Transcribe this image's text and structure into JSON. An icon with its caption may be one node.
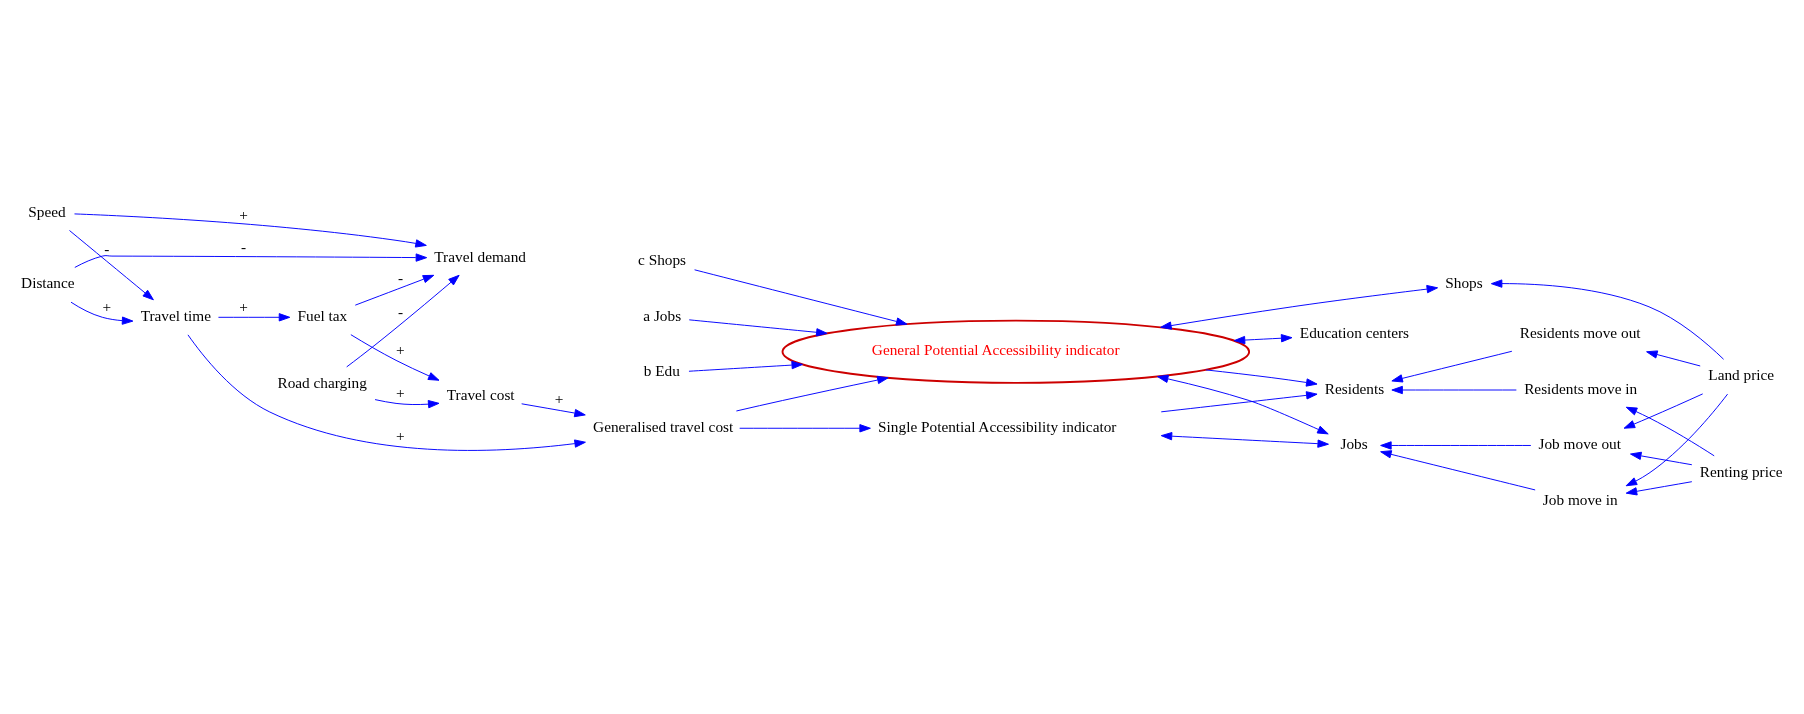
{
  "diagram": {
    "nodes": [
      {
        "text": [
          "Residents"
        ]
      },
      {
        "text": [
          "Residents move out"
        ]
      },
      {
        "text": [
          "Land price"
        ]
      },
      {
        "text": [
          "Residents move in"
        ]
      },
      {
        "text": [
          "Generalised travel cost"
        ]
      },
      {
        "text": [
          "Single Potential Accessibility indicator"
        ]
      },
      {
        "text": [
          "Jobs"
        ]
      },
      {
        "text": [
          "Job move out"
        ]
      },
      {
        "text": [
          "Renting price"
        ]
      },
      {
        "text": [
          "Travel time"
        ]
      },
      {
        "text": [
          "Travel cost"
        ]
      },
      {
        "text": [
          "Job move in"
        ]
      },
      {
        "text": [
          "Speed"
        ]
      },
      {
        "text": [
          "Distance"
        ]
      },
      {
        "text": [
          "Fuel tax"
        ]
      },
      {
        "text": [
          "Road charging"
        ]
      },
      {
        "text": [
          "General Potential Accessibility indicator"
        ]
      },
      {
        "text": [
          "Education centers"
        ]
      },
      {
        "text": [
          "Shops"
        ]
      },
      {
        "text": [
          "Travel demand"
        ]
      },
      {
        "text": [
          "a Jobs"
        ]
      },
      {
        "text": [
          "b Edu"
        ]
      },
      {
        "text": [
          "c Shops"
        ]
      }
    ],
    "edges": [
      {
        "from": 1,
        "to": 0,
        "arrow": "to"
      },
      {
        "from": 2,
        "to": 1,
        "arrow": "to"
      },
      {
        "from": 3,
        "to": 0,
        "arrow": "to"
      },
      {
        "from": 2,
        "to": 7,
        "arrow": "to"
      },
      {
        "from": 2,
        "to": 11,
        "arrow": "to"
      },
      {
        "from": 2,
        "to": 18,
        "arrow": "to"
      },
      {
        "from": 8,
        "to": 3,
        "arrow": "to"
      },
      {
        "from": 8,
        "to": 7,
        "arrow": "to"
      },
      {
        "from": 8,
        "to": 11,
        "arrow": "to"
      },
      {
        "from": 7,
        "to": 6,
        "arrow": "to"
      },
      {
        "from": 11,
        "to": 6,
        "arrow": "to"
      },
      {
        "from": 5,
        "to": 0,
        "arrow": "to"
      },
      {
        "from": 5,
        "to": 6,
        "arrow": "both"
      },
      {
        "from": 16,
        "to": 6,
        "arrow": "both"
      },
      {
        "from": 16,
        "to": 0,
        "arrow": "to"
      },
      {
        "from": 16,
        "to": 17,
        "arrow": "both"
      },
      {
        "from": 16,
        "to": 18,
        "arrow": "both"
      },
      {
        "from": 20,
        "to": 16,
        "arrow": "to"
      },
      {
        "from": 21,
        "to": 16,
        "arrow": "to"
      },
      {
        "from": 22,
        "to": 16,
        "arrow": "to"
      },
      {
        "from": 4,
        "to": 5,
        "arrow": "to"
      },
      {
        "from": 4,
        "to": 16,
        "arrow": "to"
      },
      {
        "from": 9,
        "to": 4,
        "arrow": "to",
        "label": "+"
      },
      {
        "from": 10,
        "to": 4,
        "arrow": "to",
        "label": "+"
      },
      {
        "from": 9,
        "to": 14,
        "arrow": "to",
        "label": "+"
      },
      {
        "from": 13,
        "to": 9,
        "arrow": "to",
        "label": "+"
      },
      {
        "from": 12,
        "to": 9,
        "arrow": "to",
        "label": "-"
      },
      {
        "from": 14,
        "to": 10,
        "arrow": "to",
        "label": "+"
      },
      {
        "from": 15,
        "to": 10,
        "arrow": "to",
        "label": "+"
      },
      {
        "from": 12,
        "to": 19,
        "arrow": "to",
        "label": "+"
      },
      {
        "from": 13,
        "to": 19,
        "arrow": "to",
        "label": "-"
      },
      {
        "from": 14,
        "to": 19,
        "arrow": "to",
        "label": "-"
      },
      {
        "from": 15,
        "to": 19,
        "arrow": "to",
        "label": "-"
      }
    ]
  }
}
